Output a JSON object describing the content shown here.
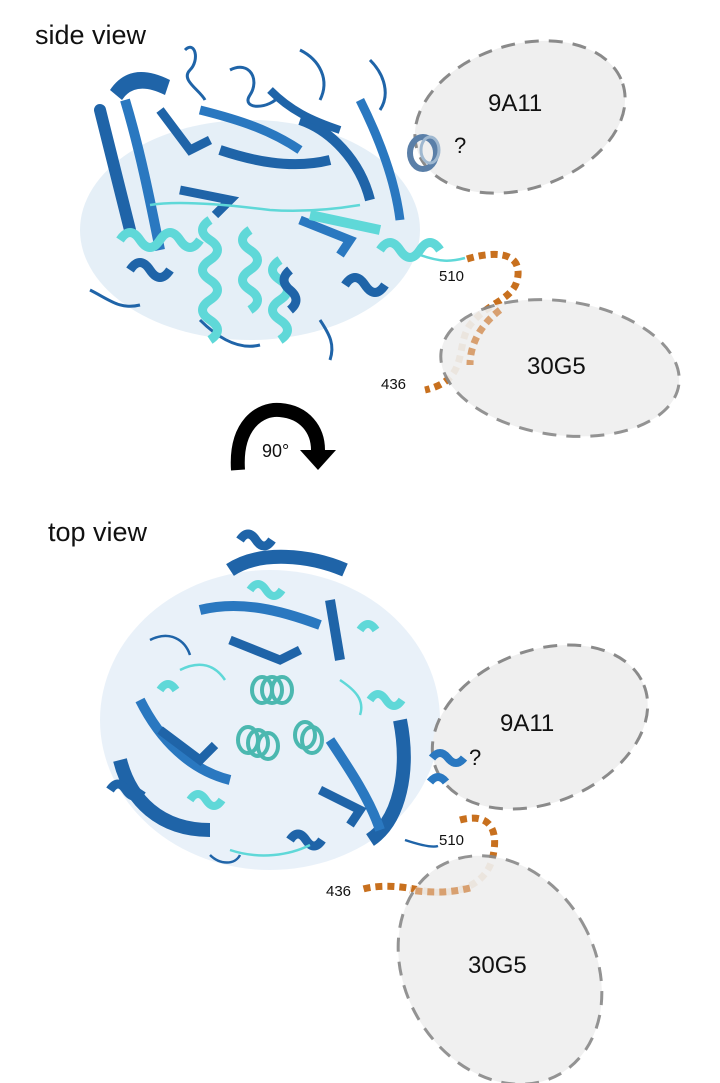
{
  "figure": {
    "panels": [
      {
        "id": "side",
        "title": "side view",
        "antibodies": [
          {
            "name": "9A11",
            "uncertain_marker": "?"
          },
          {
            "name": "30G5"
          }
        ],
        "residues": {
          "start": "510",
          "end": "436"
        }
      },
      {
        "id": "top",
        "title": "top view",
        "antibodies": [
          {
            "name": "9A11",
            "uncertain_marker": "?"
          },
          {
            "name": "30G5"
          }
        ],
        "residues": {
          "start": "510",
          "end": "436"
        }
      }
    ],
    "rotation": {
      "label": "90°",
      "icon": "rotate-arrow-icon"
    },
    "colors": {
      "protein_dark": "#1f64a8",
      "protein_mid": "#2a78c0",
      "protein_light": "#5fd8d8",
      "helix_teal": "#4bb8b0",
      "linker": "#c8701e",
      "ellipse_fill": "#efefef",
      "ellipse_stroke": "#8a8a8a"
    }
  }
}
